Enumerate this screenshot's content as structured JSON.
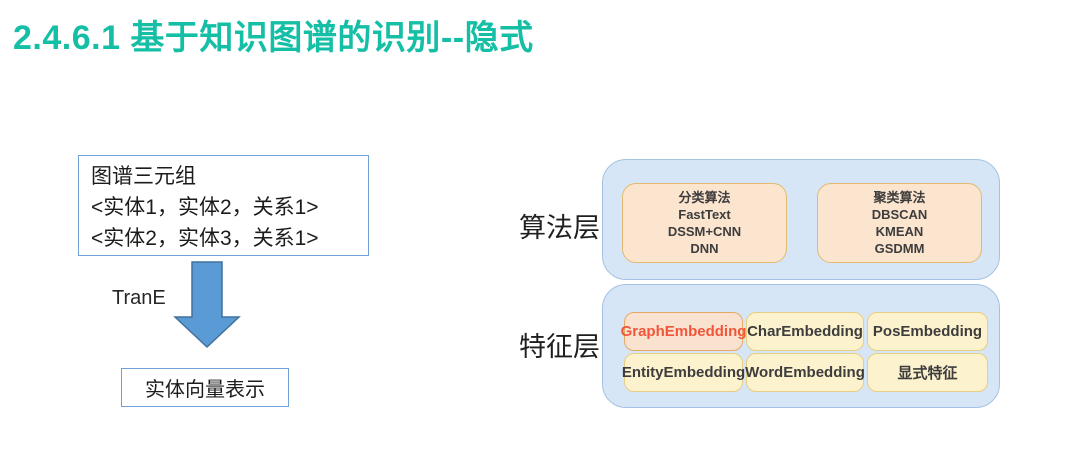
{
  "title": "2.4.6.1 基于知识图谱的识别--隐式",
  "left": {
    "triple_box": {
      "line1": "图谱三元组",
      "line2": "<实体1，实体2，关系1>",
      "line3": "<实体2，实体3，关系1>"
    },
    "arrow_label": "TranE",
    "arrow_icon": "down-arrow-icon",
    "result_box_label": "实体向量表示"
  },
  "right": {
    "algorithm_layer": {
      "label": "算法层",
      "classification_box": {
        "title": "分类算法",
        "items": [
          "FastText",
          "DSSM+CNN",
          "DNN"
        ]
      },
      "clustering_box": {
        "title": "聚类算法",
        "items": [
          "DBSCAN",
          "KMEAN",
          "GSDMM"
        ]
      }
    },
    "feature_layer": {
      "label": "特征层",
      "cells": [
        "GraphEmbedding",
        "CharEmbedding",
        "PosEmbedding",
        "EntityEmbedding",
        "WordEmbedding",
        "显式特征"
      ],
      "highlighted_cell": "GraphEmbedding"
    }
  },
  "colors": {
    "title_teal": "#15bfa6",
    "arrow_blue": "#5b9bd5",
    "arrow_stroke": "#41719c",
    "thin_box_border": "#6fa3d8",
    "container_blue_fill": "#d7e6f6",
    "container_blue_border": "#a3c2e3",
    "algo_box_fill": "#fce5cf",
    "algo_box_border": "#e3b96f",
    "feature_box_fill": "#fdf2ce",
    "feature_box_border": "#e8ce82",
    "highlight_fill": "#fae2d0",
    "highlight_border": "#e6a963",
    "highlight_text": "#f1563b"
  }
}
